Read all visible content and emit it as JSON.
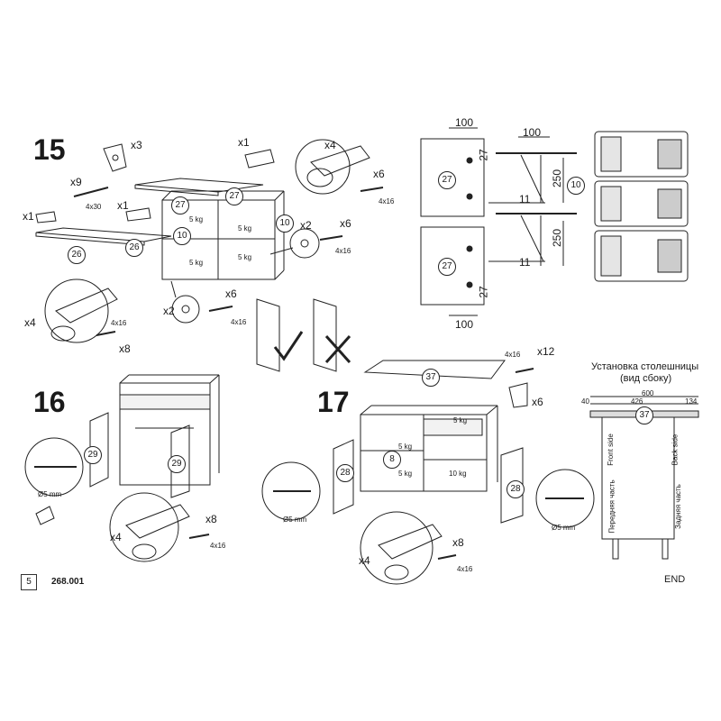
{
  "steps": {
    "s15": "15",
    "s16": "16",
    "s17": "17"
  },
  "counts": {
    "x3": "x3",
    "x9": "x9",
    "x1a": "x1",
    "x1b": "x1",
    "x1c": "x1",
    "x4a": "x4",
    "x6a": "x6",
    "x2a": "x2",
    "x6b": "x6",
    "x4b": "x4",
    "x8a": "x8",
    "x2b": "x2",
    "x6c": "x6",
    "x12": "x12",
    "x6d": "x6",
    "x8b": "x8",
    "x4c": "x4",
    "x8c": "x8",
    "x4d": "x4"
  },
  "hardware": {
    "s4x30": "4x30",
    "s4x16a": "4x16",
    "s4x16b": "4x16",
    "s4x16c": "4x16",
    "s4x16d": "4x16",
    "s4x16e": "4x16",
    "s4x16f": "4x16",
    "s4x16g": "4x16"
  },
  "parts": {
    "p27a": "27",
    "p27b": "27",
    "p26a": "26",
    "p26b": "26",
    "p10a": "10",
    "p10b": "10",
    "p10c": "10",
    "p27c": "27",
    "p27d": "27",
    "p29a": "29",
    "p29b": "29",
    "p37a": "37",
    "p8": "8",
    "p28a": "28",
    "p28b": "28",
    "p37b": "37"
  },
  "weights": {
    "w1": "5 kg",
    "w2": "5 kg",
    "w3": "5 kg",
    "w4": "5 kg",
    "w5": "5 kg",
    "w6": "5 kg",
    "w7": "5 kg",
    "w8": "10 kg"
  },
  "dimensions": {
    "d100a": "100",
    "d100b": "100",
    "d100c": "100",
    "d27a": "27",
    "d27b": "27",
    "d250a": "250",
    "d250b": "250",
    "d11a": "11",
    "d11b": "11"
  },
  "drill": {
    "d1": "Ø5 mm",
    "d2": "Ø5 mm",
    "d3": "Ø5 mm"
  },
  "worktop": {
    "title1": "Установка столешницы",
    "title2": "(вид сбоку)",
    "w600": "600",
    "w40": "40",
    "w426": "426",
    "w134": "134",
    "front_en": "Front side",
    "back_en": "Back side",
    "front_ru": "Передняя часть",
    "back_ru": "Задняя часть"
  },
  "footer": {
    "page": "5",
    "code": "268.001",
    "end": "END"
  }
}
